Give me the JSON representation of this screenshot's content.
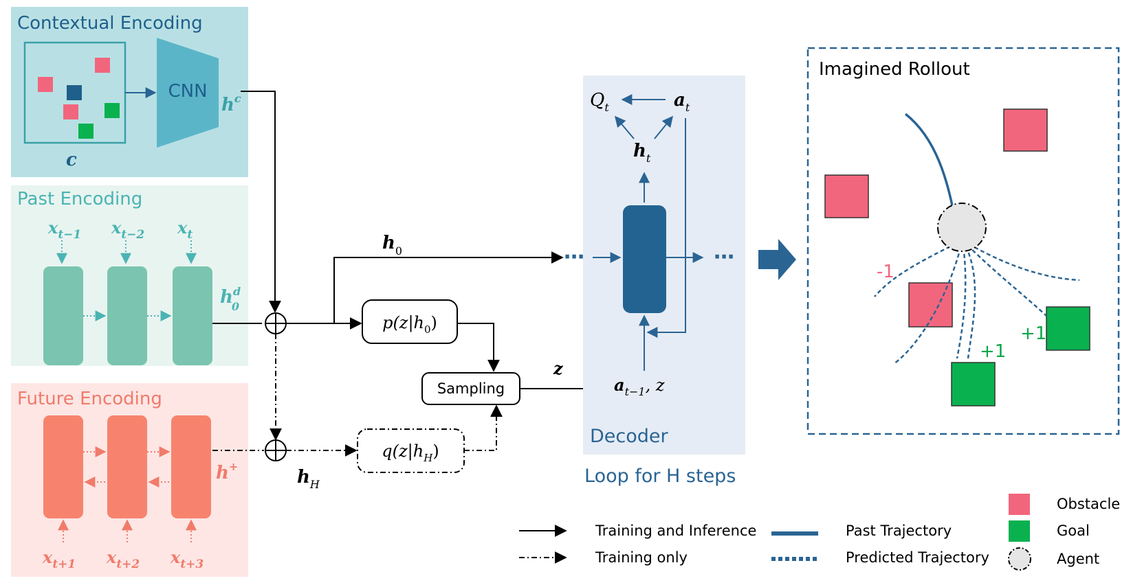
{
  "contextual": {
    "title": "Contextual Encoding",
    "cnn": "CNN",
    "c": "c",
    "hc_base": "h",
    "hc_sup": "c"
  },
  "past": {
    "title": "Past Encoding",
    "inputs": [
      {
        "base": "x",
        "sub": "t−1"
      },
      {
        "base": "x",
        "sub": "t−2"
      },
      {
        "base": "x",
        "sub": "t"
      }
    ],
    "h_base": "h",
    "h_sub": "0",
    "h_sup": "d"
  },
  "future": {
    "title": "Future Encoding",
    "inputs": [
      {
        "base": "x",
        "sub": "t+1"
      },
      {
        "base": "x",
        "sub": "t+2"
      },
      {
        "base": "x",
        "sub": "t+3"
      }
    ],
    "h_base": "h",
    "h_sup": "+"
  },
  "middle": {
    "h0_base": "h",
    "h0_sub": "0",
    "hH_base": "h",
    "hH_sub": "H",
    "prior": "p(z|h",
    "prior_sub": "0",
    "posterior": "q(z|h",
    "posterior_sub": "H",
    "close_paren": ")",
    "sampling": "Sampling",
    "z": "z"
  },
  "decoder": {
    "label": "Decoder",
    "loop": "Loop for H steps",
    "Q_base": "Q",
    "Q_sub": "t",
    "a_base": "a",
    "a_sub": "t",
    "h_base": "h",
    "h_sub": "t",
    "in_base": "a",
    "in_sub": "t−1",
    "in_rest": ", z",
    "dots": "⋯"
  },
  "rollout": {
    "title": "Imagined Rollout",
    "scores": [
      "-1",
      "+1",
      "+1"
    ]
  },
  "legend": {
    "training_inference": "Training and Inference",
    "training_only": "Training only",
    "past_traj": "Past Trajectory",
    "pred_traj": "Predicted Trajectory",
    "obstacle": "Obstacle",
    "goal": "Goal",
    "agent": "Agent"
  },
  "colors": {
    "contextual_bg": "#b8e0e4",
    "contextual_title": "#1f5f8b",
    "past_bg": "#e8f4f0",
    "past_title": "#4bb3b3",
    "past_block": "#7ac4b0",
    "future_bg": "#fde6e4",
    "future_title": "#f07b6b",
    "future_block": "#f7836e",
    "decoder_bg": "#e6ecf5",
    "decoder_block": "#236391",
    "accent_blue": "#2a6493",
    "obstacle": "#f2667d",
    "goal": "#0ab14f",
    "score_neg": "#f2667d",
    "score_pos": "#0aa64a"
  }
}
